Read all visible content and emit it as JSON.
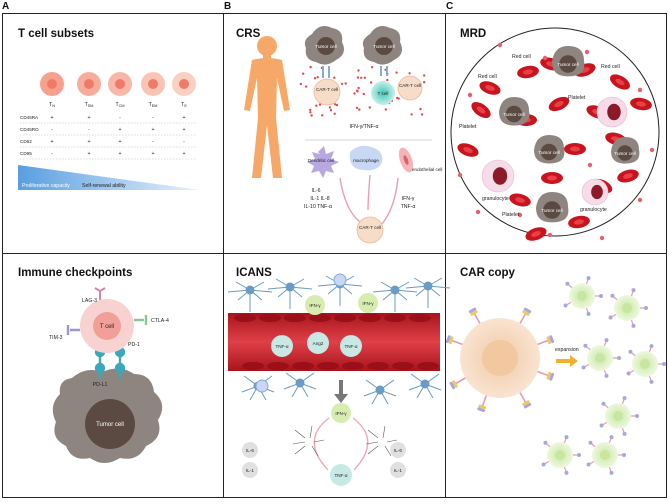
{
  "figure": {
    "panel_letters": {
      "a": "A",
      "b": "B",
      "c": "C"
    },
    "colors": {
      "frame": "#222222",
      "tumor": "#8e8580",
      "tumor_nucleus": "#5a4a42",
      "red_cell": "#c8141c",
      "car_t": "#f7dcc8",
      "t_cell": "#f8d2d0",
      "vessel": "#c41d26",
      "neuron": "#6a9bc4",
      "triangle": "#7ab0e0"
    }
  },
  "tcell_subsets": {
    "title": "T cell subsets",
    "subsets": [
      "TN",
      "TSM",
      "TCM",
      "TEM",
      "TE"
    ],
    "markers": [
      {
        "name": "CD45RA",
        "values": [
          "+",
          "+",
          "-",
          "-",
          "+"
        ]
      },
      {
        "name": "CD45RO",
        "values": [
          "-",
          "-",
          "+",
          "+",
          "+"
        ]
      },
      {
        "name": "CD62",
        "values": [
          "+",
          "+",
          "+",
          "-",
          "-"
        ]
      },
      {
        "name": "CD95",
        "values": [
          "-",
          "+",
          "+",
          "+",
          "+"
        ]
      }
    ],
    "capacity_left": "Proliferative capacity",
    "capacity_right": "Self-renewal ability"
  },
  "crs": {
    "title": "CRS",
    "tumor_cell": "Tumor cell",
    "car_t_cell": "CAR-T cell",
    "t_cell": "T cell",
    "cytokine_top": "IFN-γ/TNF-α",
    "dendritic": "Dendritic cell",
    "macrophage": "macrophage",
    "endothelial": "endothelial cell",
    "cytokines_left": [
      "IL-6",
      "IL-1  IL-8",
      "IL-10  TNF-α"
    ],
    "cytokines_right": [
      "IFN-γ",
      "TNF-α"
    ],
    "car_t_bottom": "CAR-T cell"
  },
  "mrd": {
    "title": "MRD",
    "red_cell": "Red cell",
    "tumor_cell": "Tumor cell",
    "platelet": "Platelet",
    "granulocyte": "granulocyte"
  },
  "checkpoints": {
    "title": "Immune checkpoints",
    "lag3": "LAG-3",
    "tim3": "TIM-3",
    "ctla4": "CTLA-4",
    "t_cell": "T cell",
    "pd1": "PD-1",
    "pdl1": "PD-L1",
    "tumor_cell": "Tumor cell"
  },
  "icans": {
    "title": "ICANS",
    "ifn": "IFN-γ",
    "tnf": "TNF-α",
    "ang2": "Ang2",
    "il6": "IL-6",
    "il1": "IL-1"
  },
  "car_copy": {
    "title": "CAR copy",
    "expansion": "expansion"
  }
}
